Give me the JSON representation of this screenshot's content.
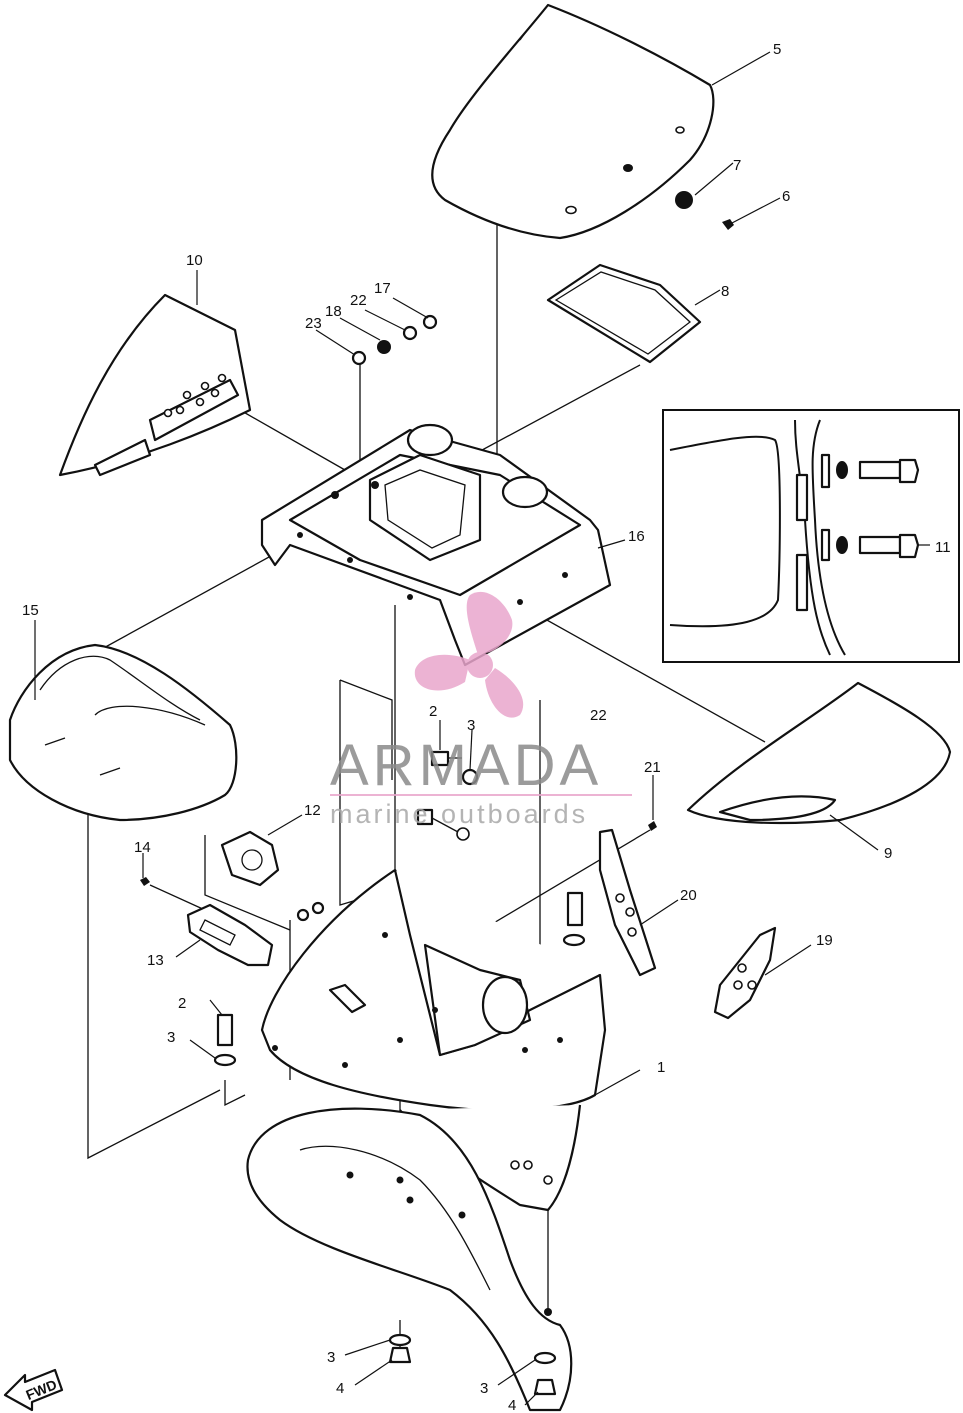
{
  "diagram": {
    "callouts": [
      {
        "id": "c1",
        "text": "1"
      },
      {
        "id": "c2a",
        "text": "2"
      },
      {
        "id": "c2b",
        "text": "2"
      },
      {
        "id": "c3a",
        "text": "3"
      },
      {
        "id": "c3b",
        "text": "3"
      },
      {
        "id": "c3c",
        "text": "3"
      },
      {
        "id": "c3d",
        "text": "3"
      },
      {
        "id": "c4a",
        "text": "4"
      },
      {
        "id": "c4b",
        "text": "4"
      },
      {
        "id": "c5",
        "text": "5"
      },
      {
        "id": "c6",
        "text": "6"
      },
      {
        "id": "c7",
        "text": "7"
      },
      {
        "id": "c8",
        "text": "8"
      },
      {
        "id": "c9",
        "text": "9"
      },
      {
        "id": "c10",
        "text": "10"
      },
      {
        "id": "c11",
        "text": "11"
      },
      {
        "id": "c12",
        "text": "12"
      },
      {
        "id": "c13",
        "text": "13"
      },
      {
        "id": "c14",
        "text": "14"
      },
      {
        "id": "c15",
        "text": "15"
      },
      {
        "id": "c16",
        "text": "16"
      },
      {
        "id": "c17",
        "text": "17"
      },
      {
        "id": "c18",
        "text": "18"
      },
      {
        "id": "c19",
        "text": "19"
      },
      {
        "id": "c20",
        "text": "20"
      },
      {
        "id": "c21",
        "text": "21"
      },
      {
        "id": "c22a",
        "text": "22"
      },
      {
        "id": "c22b",
        "text": "22"
      },
      {
        "id": "c23",
        "text": "23"
      }
    ],
    "fwd_label": "FWD"
  },
  "watermark": {
    "brand": "ARMADA",
    "tagline": "marine outboards",
    "logo_color": "#e9a6cc",
    "text_color": "#8a8a8a"
  }
}
